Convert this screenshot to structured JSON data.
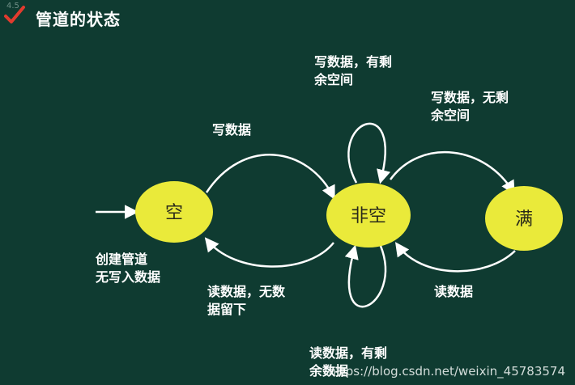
{
  "title": "管道的状态",
  "corner_mark": "4.5",
  "states": {
    "empty": "空",
    "nonempty": "非空",
    "full": "满"
  },
  "labels": {
    "create_line1": "创建管道",
    "create_line2": "无写入数据",
    "write_empty_to_nonempty": "写数据",
    "write_space_line1": "写数据，有剩",
    "write_space_line2": "余空间",
    "write_no_space_line1": "写数据，无剩",
    "write_no_space_line2": "余空间",
    "read_to_empty_line1": "读数据，无数",
    "read_to_empty_line2": "据留下",
    "read_full_to_nonempty": "读数据",
    "read_remain_line1": "读数据，有剩",
    "read_remain_line2": "余数据"
  },
  "watermark": "https://blog.csdn.net/weixin_45783574",
  "colors": {
    "background": "#0f3b31",
    "node_fill": "#eaea3a",
    "arrow": "#ffffff",
    "text": "#ffffff"
  }
}
